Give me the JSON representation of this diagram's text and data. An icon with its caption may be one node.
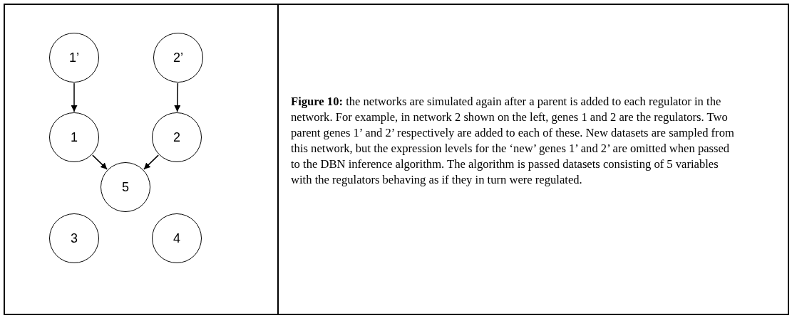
{
  "diagram": {
    "caption": "**Figure 10:** the networks are simulated again after a parent is added to each regulator in the network. For example, in network 2 shown on the left, genes 1 and 2 are the regulators. Two parent genes 1’ and 2’ respectively are added to each of these. New datasets are sampled from this network, but the expression levels for the ‘new’ genes 1’ and 2’ are omitted when passed to the DBN inference algorithm. The algorithm is passed datasets consisting of 5 variables with the regulators behaving as if they in turn were regulated.",
    "nodes": [
      {
        "text": [
          "1’"
        ]
      },
      {
        "text": [
          "2’"
        ]
      },
      {
        "text": [
          "1"
        ]
      },
      {
        "text": [
          "2"
        ]
      },
      {
        "text": [
          "5"
        ]
      },
      {
        "text": [
          "3"
        ]
      },
      {
        "text": [
          "4"
        ]
      }
    ],
    "edges": [
      {
        "from": 0,
        "to": 2,
        "arrow": "to"
      },
      {
        "from": 1,
        "to": 3,
        "arrow": "to"
      },
      {
        "from": 2,
        "to": 4,
        "arrow": "to"
      },
      {
        "from": 3,
        "to": 4,
        "arrow": "to"
      }
    ]
  }
}
